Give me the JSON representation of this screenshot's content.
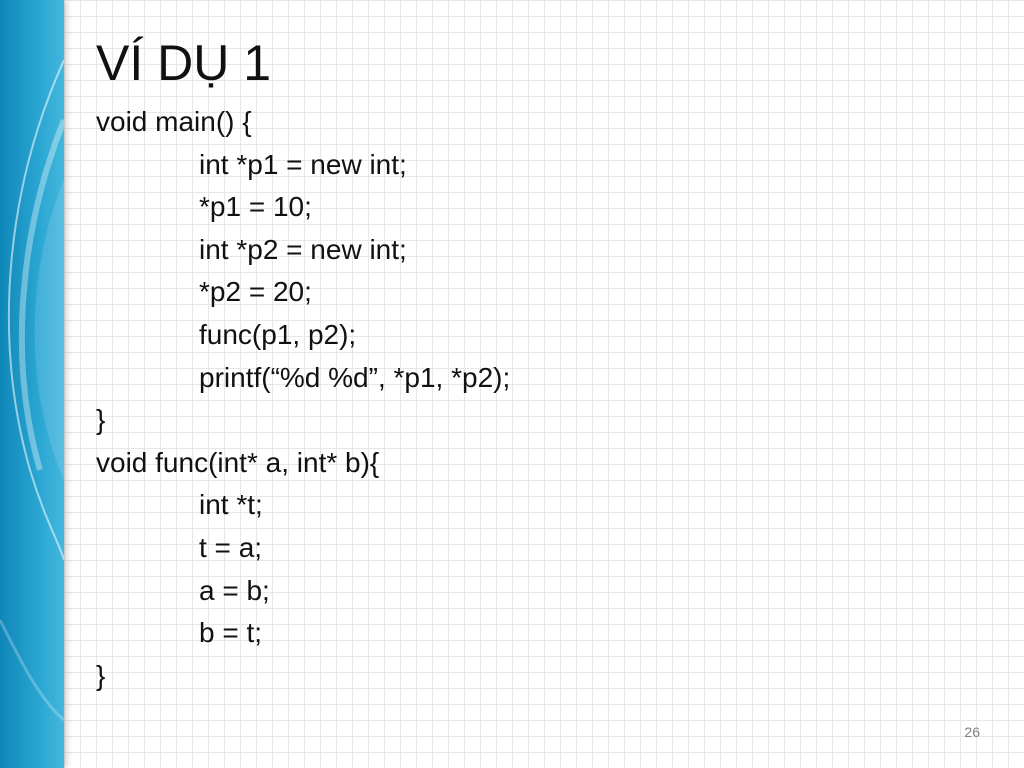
{
  "slide": {
    "title": "VÍ DỤ 1",
    "number": "26",
    "accent_color": "#1a9bcc",
    "decoration": "blue-swoosh-side-band"
  },
  "code_lines": [
    {
      "text": "void main() {",
      "indent": 0
    },
    {
      "text": "int *p1 = new int;",
      "indent": 1
    },
    {
      "text": "*p1 = 10;",
      "indent": 1
    },
    {
      "text": "int *p2 = new int;",
      "indent": 1
    },
    {
      "text": "*p2 = 20;",
      "indent": 1
    },
    {
      "text": "func(p1, p2);",
      "indent": 1
    },
    {
      "text": "printf(“%d %d”, *p1, *p2);",
      "indent": 1
    },
    {
      "text": "}",
      "indent": 0
    },
    {
      "text": "void func(int* a, int* b){",
      "indent": 0
    },
    {
      "text": "int *t;",
      "indent": 1
    },
    {
      "text": "t = a;",
      "indent": 1
    },
    {
      "text": "a = b;",
      "indent": 1
    },
    {
      "text": "b = t;",
      "indent": 1
    },
    {
      "text": "}",
      "indent": 0
    }
  ]
}
